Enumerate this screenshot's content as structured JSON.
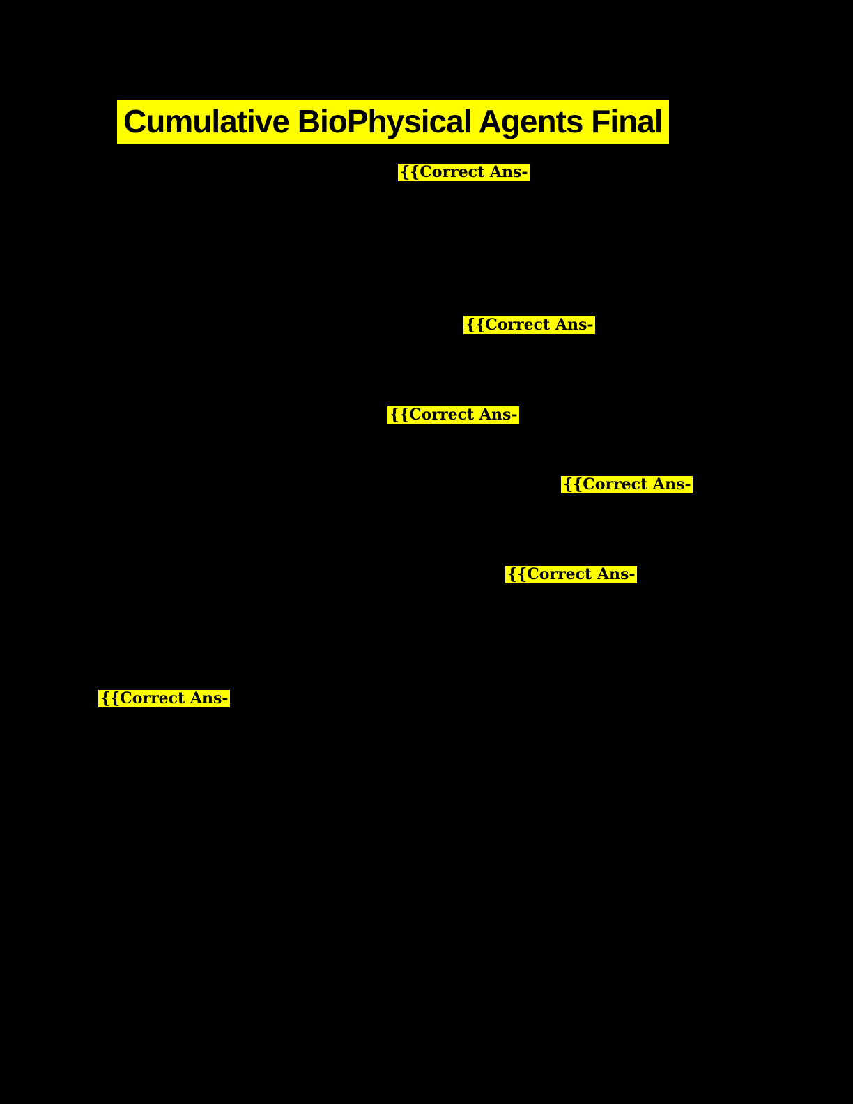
{
  "document": {
    "title": "Cumulative BioPhysical Agents Final",
    "page_background": "#000000",
    "highlight_color": "#ffff00",
    "highlight_text_color": "#000000",
    "fragments": [
      {
        "text": "{{Correct Ans-"
      },
      {
        "text": "{{Correct Ans-"
      },
      {
        "text": "{{Correct Ans-"
      },
      {
        "text": "{{Correct Ans-"
      },
      {
        "text": "{{Correct Ans-"
      },
      {
        "text": "{{Correct Ans-"
      }
    ]
  }
}
